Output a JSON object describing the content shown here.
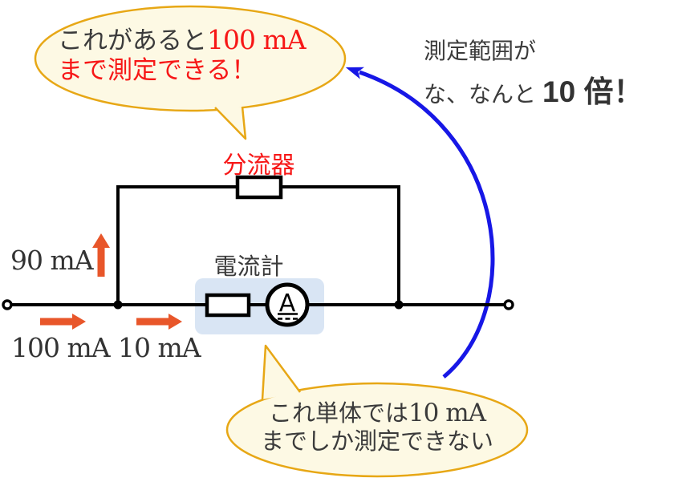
{
  "colors": {
    "bubble_fill": "#FDF9E4",
    "bubble_border": "#E7A715",
    "red_text": "#F71717",
    "dark_text": "#3B3B3B",
    "orange_arrow": "#E8562A",
    "blue_arrow": "#1717E6",
    "wire_black": "#000000",
    "ammeter_highlight_fill": "#D9E5F4"
  },
  "top_bubble": {
    "line1_jp": "これがあると",
    "line1_value": "100 mA",
    "line2": "まで測定できる！"
  },
  "range_note": {
    "line1": "測定範囲が",
    "line2_prefix": "な、なんと",
    "line2_bold": "10 倍！"
  },
  "circuit": {
    "shunt_label": "分流器",
    "ammeter_label": "電流計",
    "ammeter_symbol": "A",
    "input_current": "100 mA",
    "shunt_current": "90 mA",
    "meter_current": "10 mA"
  },
  "bottom_bubble": {
    "line1_jp": "これ単体では",
    "line1_value": "10 mA",
    "line2": "までしか測定できない"
  }
}
